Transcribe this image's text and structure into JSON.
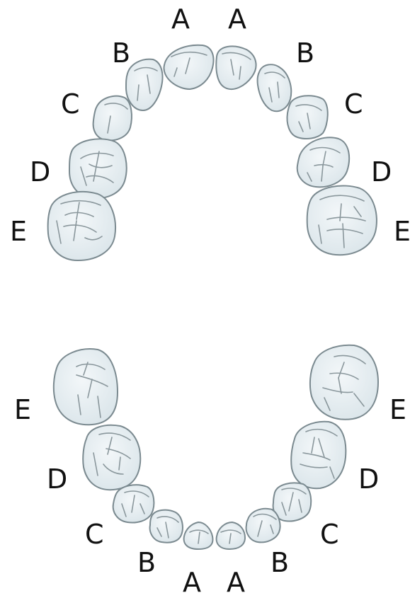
{
  "upper_arch": [
    {
      "id": "upper-right-A",
      "label": "A"
    },
    {
      "id": "upper-left-A",
      "label": "A"
    },
    {
      "id": "upper-right-B",
      "label": "B"
    },
    {
      "id": "upper-left-B",
      "label": "B"
    },
    {
      "id": "upper-right-C",
      "label": "C"
    },
    {
      "id": "upper-left-C",
      "label": "C"
    },
    {
      "id": "upper-right-D",
      "label": "D"
    },
    {
      "id": "upper-left-D",
      "label": "D"
    },
    {
      "id": "upper-right-E",
      "label": "E"
    },
    {
      "id": "upper-left-E",
      "label": "E"
    }
  ],
  "lower_arch": [
    {
      "id": "lower-right-E",
      "label": "E"
    },
    {
      "id": "lower-left-E",
      "label": "E"
    },
    {
      "id": "lower-right-D",
      "label": "D"
    },
    {
      "id": "lower-left-D",
      "label": "D"
    },
    {
      "id": "lower-right-C",
      "label": "C"
    },
    {
      "id": "lower-left-C",
      "label": "C"
    },
    {
      "id": "lower-right-B",
      "label": "B"
    },
    {
      "id": "lower-left-B",
      "label": "B"
    },
    {
      "id": "lower-right-A",
      "label": "A"
    },
    {
      "id": "lower-left-A",
      "label": "A"
    }
  ],
  "colors": {
    "tooth_fill": "#dfe8ec",
    "tooth_highlight": "#f3f7f9",
    "tooth_stroke": "#7b8a90",
    "label_text": "#111111"
  }
}
